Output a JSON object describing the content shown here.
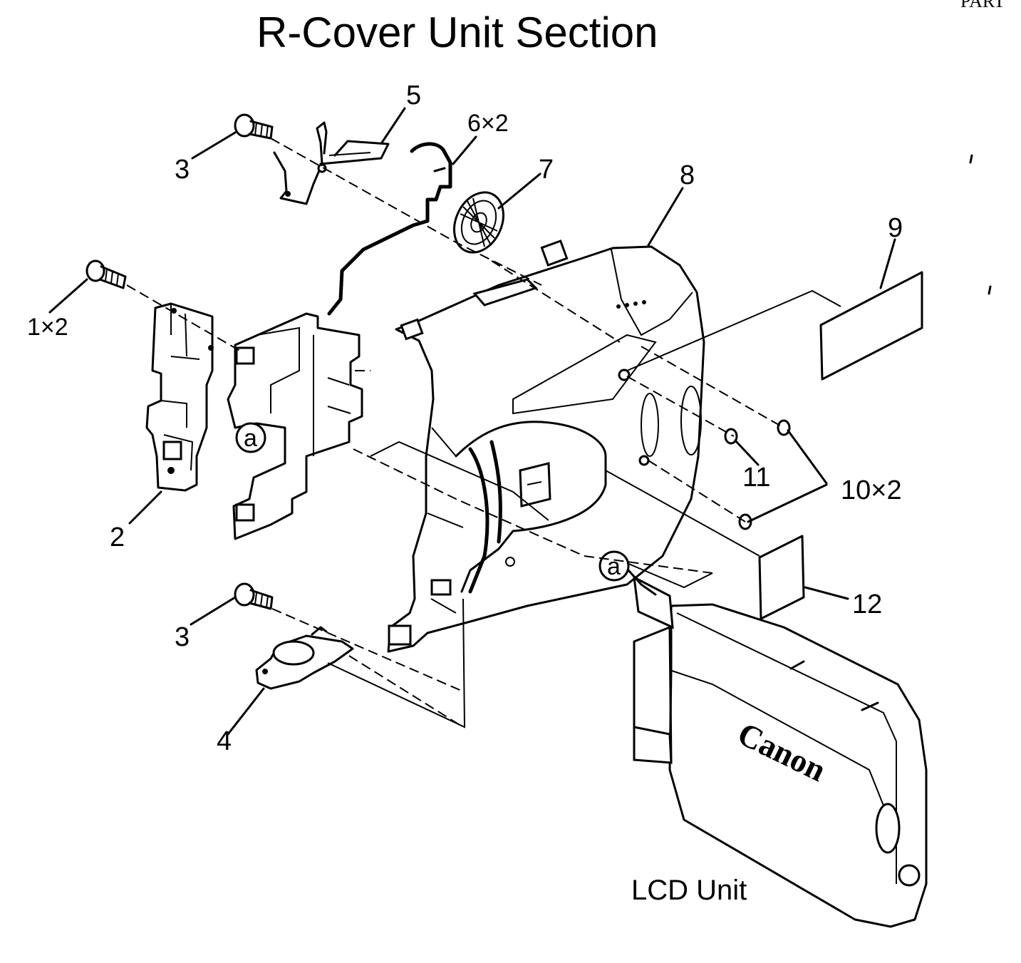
{
  "title": "R-Cover Unit Section",
  "corner_text": "PART",
  "callouts": {
    "c1": "1×2",
    "c2": "2",
    "c3a": "3",
    "c3b": "3",
    "c4": "4",
    "c5": "5",
    "c6": "6×2",
    "c7": "7",
    "c8": "8",
    "c9": "9",
    "c10": "10×2",
    "c11": "11",
    "c12": "12"
  },
  "markers": {
    "a1": "a",
    "a2": "a"
  },
  "lcd_label": "LCD Unit",
  "brand": "Canon"
}
